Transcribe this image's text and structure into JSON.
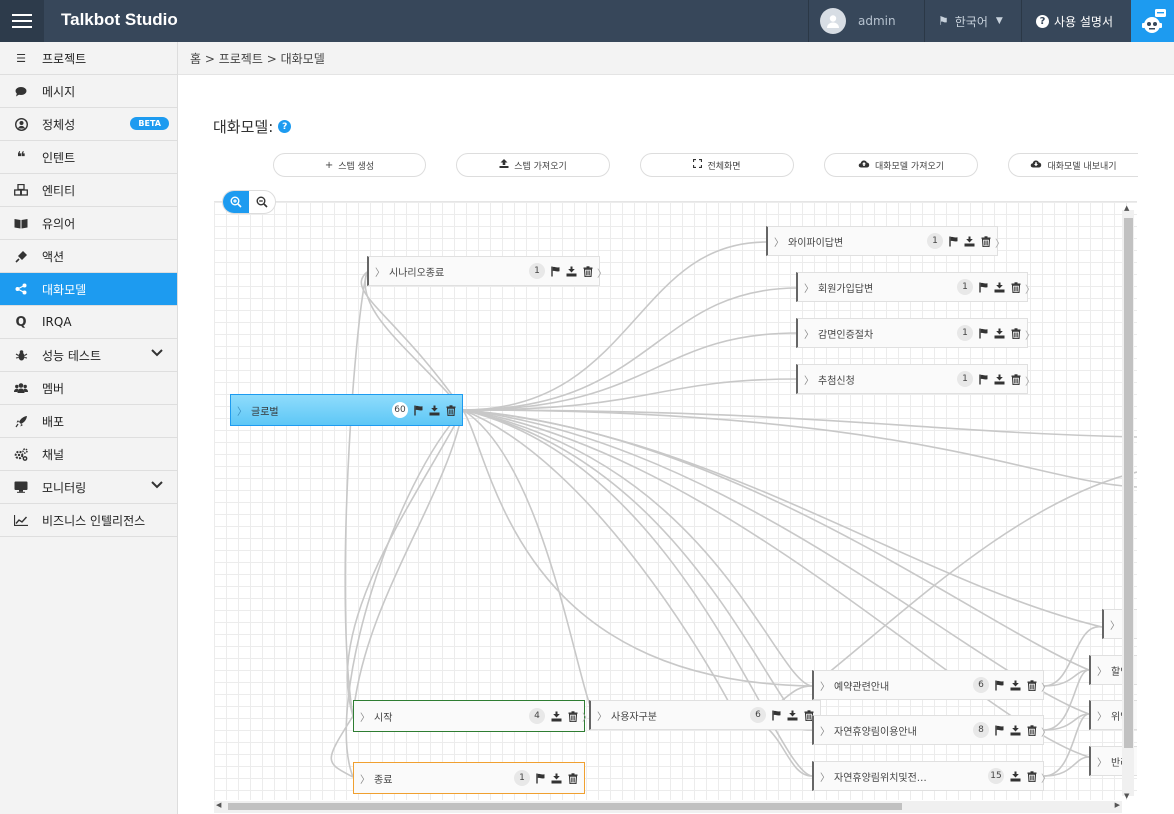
{
  "app": {
    "title": "Talkbot Studio"
  },
  "header": {
    "user": "admin",
    "language": "한국어",
    "help": "사용 설명서"
  },
  "sidebar": {
    "items": [
      {
        "label": "프로젝트",
        "icon": "list-icon"
      },
      {
        "label": "메시지",
        "icon": "speech-bubble-icon"
      },
      {
        "label": "정체성",
        "icon": "user-circle-icon",
        "badge": "BETA"
      },
      {
        "label": "인텐트",
        "icon": "quote-icon"
      },
      {
        "label": "엔티티",
        "icon": "cubes-icon"
      },
      {
        "label": "유의어",
        "icon": "book-icon"
      },
      {
        "label": "액션",
        "icon": "plug-icon"
      },
      {
        "label": "대화모델",
        "icon": "share-icon",
        "active": true
      },
      {
        "label": "IRQA",
        "icon": "q-letter-icon"
      },
      {
        "label": "성능 테스트",
        "icon": "bug-icon",
        "expandable": true
      },
      {
        "label": "멤버",
        "icon": "users-icon"
      },
      {
        "label": "배포",
        "icon": "rocket-icon"
      },
      {
        "label": "채널",
        "icon": "cogs-icon"
      },
      {
        "label": "모니터링",
        "icon": "desktop-icon",
        "expandable": true
      },
      {
        "label": "비즈니스 인텔리전스",
        "icon": "line-chart-icon"
      }
    ]
  },
  "breadcrumb": "홈 > 프로젝트 > 대화모델",
  "page": {
    "title": "대화모델:"
  },
  "toolbar": {
    "create_step": "스텝 생성",
    "import_step": "스텝 가져오기",
    "fullscreen": "전체화면",
    "import_model": "대화모델 가져오기",
    "export_model": "대화모델 내보내기"
  },
  "nodes": {
    "wifi": {
      "label": "와이파이답변",
      "count": "1"
    },
    "scenario_end": {
      "label": "시나리오종료",
      "count": "1"
    },
    "signup": {
      "label": "회원가입답변",
      "count": "1"
    },
    "auth": {
      "label": "감면인증절차",
      "count": "1"
    },
    "lottery": {
      "label": "추첨신청",
      "count": "1"
    },
    "global": {
      "label": "글로벌",
      "count": "60"
    },
    "start": {
      "label": "시작",
      "count": "4"
    },
    "user_type": {
      "label": "사용자구분",
      "count": "6"
    },
    "reservation": {
      "label": "예약관련안내",
      "count": "6"
    },
    "forest_use": {
      "label": "자연휴양림이용안내",
      "count": "8"
    },
    "forest_loc": {
      "label": "자연휴양림위치및전…",
      "count": "15"
    },
    "end": {
      "label": "종료",
      "count": "1"
    },
    "partial_1": {
      "label": "할인"
    },
    "partial_2": {
      "label": "위약"
    },
    "partial_3": {
      "label": "반려"
    }
  }
}
